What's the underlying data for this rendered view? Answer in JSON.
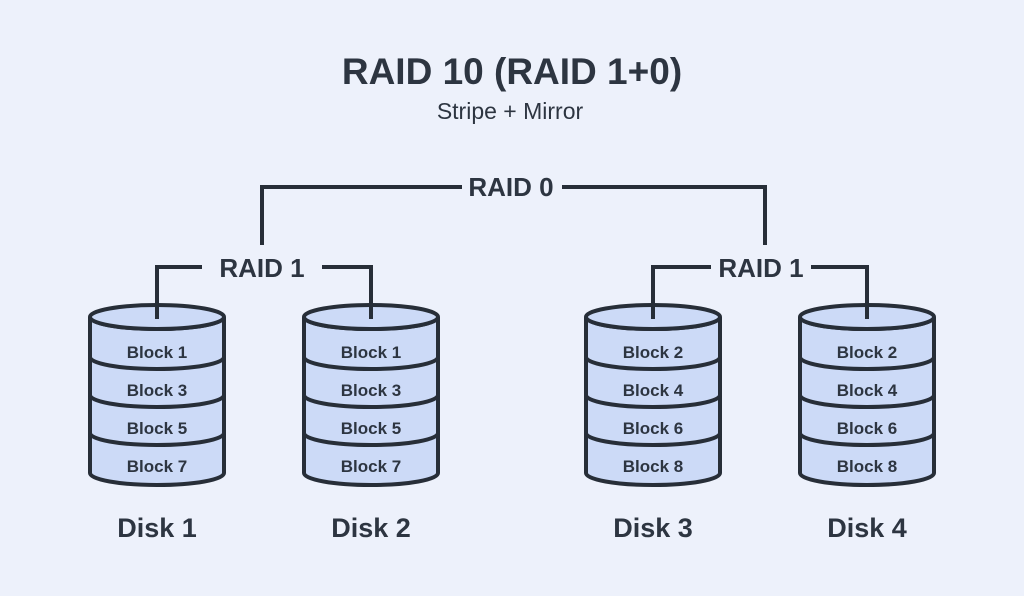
{
  "header": {
    "title": "RAID 10 (RAID 1+0)",
    "subtitle": "Stripe + Mirror"
  },
  "tree": {
    "root": {
      "label": "RAID 0"
    },
    "groups": [
      {
        "label": "RAID 1"
      },
      {
        "label": "RAID 1"
      }
    ]
  },
  "disks": [
    {
      "name": "Disk 1",
      "blocks": [
        "Block 1",
        "Block 3",
        "Block 5",
        "Block 7"
      ]
    },
    {
      "name": "Disk 2",
      "blocks": [
        "Block 1",
        "Block 3",
        "Block 5",
        "Block 7"
      ]
    },
    {
      "name": "Disk 3",
      "blocks": [
        "Block 2",
        "Block 4",
        "Block 6",
        "Block 8"
      ]
    },
    {
      "name": "Disk 4",
      "blocks": [
        "Block 2",
        "Block 4",
        "Block 6",
        "Block 8"
      ]
    }
  ],
  "colors": {
    "background": "#EDF1FB",
    "cylinder-fill": "#CCDAF7",
    "line": "#272E38",
    "text": "#2D3541"
  }
}
